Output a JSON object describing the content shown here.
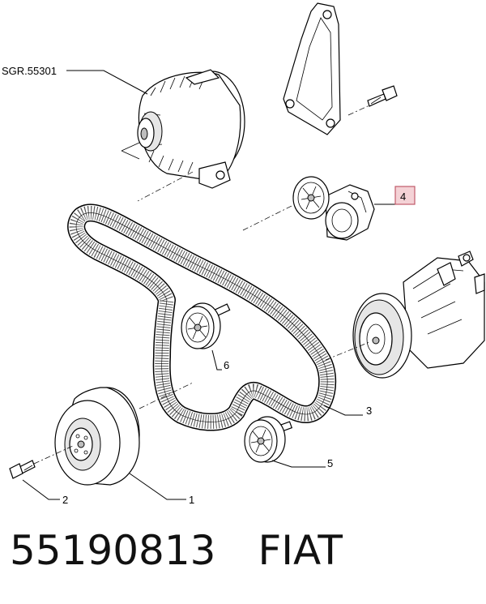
{
  "labels": {
    "alternator_ref": "SGR.55301",
    "part_1": "1",
    "part_2": "2",
    "part_3": "3",
    "part_4": "4",
    "part_5": "5",
    "part_6": "6"
  },
  "highlight_color": "#f4d2d6",
  "footer": {
    "part_number": "55190813",
    "brand": "FIAT"
  }
}
